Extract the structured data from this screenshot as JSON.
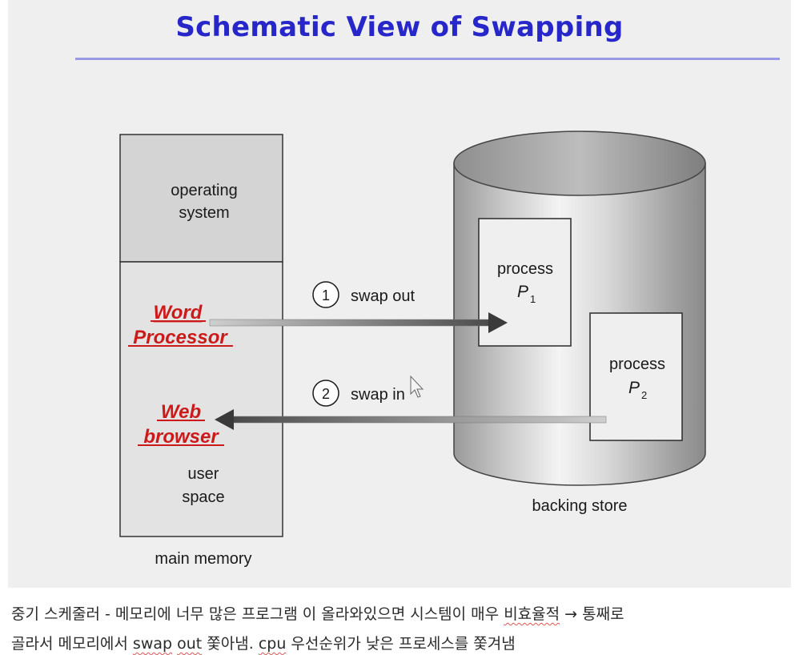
{
  "slide": {
    "title": "Schematic View of Swapping"
  },
  "diagram": {
    "memory": {
      "os_line1": "operating",
      "os_line2": "system",
      "word_line1": "Word",
      "word_line2": "Processor",
      "web_line1": "Web",
      "web_line2": "browser",
      "user_line1": "user",
      "user_line2": "space",
      "label": "main memory"
    },
    "swap_out": {
      "number": "1",
      "label": "swap out"
    },
    "swap_in": {
      "number": "2",
      "label": "swap in"
    },
    "backing_store": {
      "label": "backing store",
      "p1_word": "process",
      "p1_name": "P",
      "p1_sub": "1",
      "p2_word": "process",
      "p2_name": "P",
      "p2_sub": "2"
    },
    "colors": {
      "title": "#2727c9",
      "highlight": "#cc1a1a",
      "os_fill": "#d4d4d4",
      "memory_fill": "#e3e3e3"
    }
  },
  "note": {
    "line1_part1": "중기 스케줄러 - 메모리에 너무 많은 프로그램 이 올라와있으면 시스템이 매우 ",
    "line1_underlined": "비효율적",
    "line1_part2": " → 통째로",
    "line2_part1": "골라서 메모리에서 ",
    "line2_word_swap": "swap",
    "line2_space": " ",
    "line2_word_out": "out",
    "line2_part2": " 쫓아냄. ",
    "line2_word_cpu": "cpu",
    "line2_part3": " 우선순위가 낮은 프로세스를 쫓겨냄"
  }
}
